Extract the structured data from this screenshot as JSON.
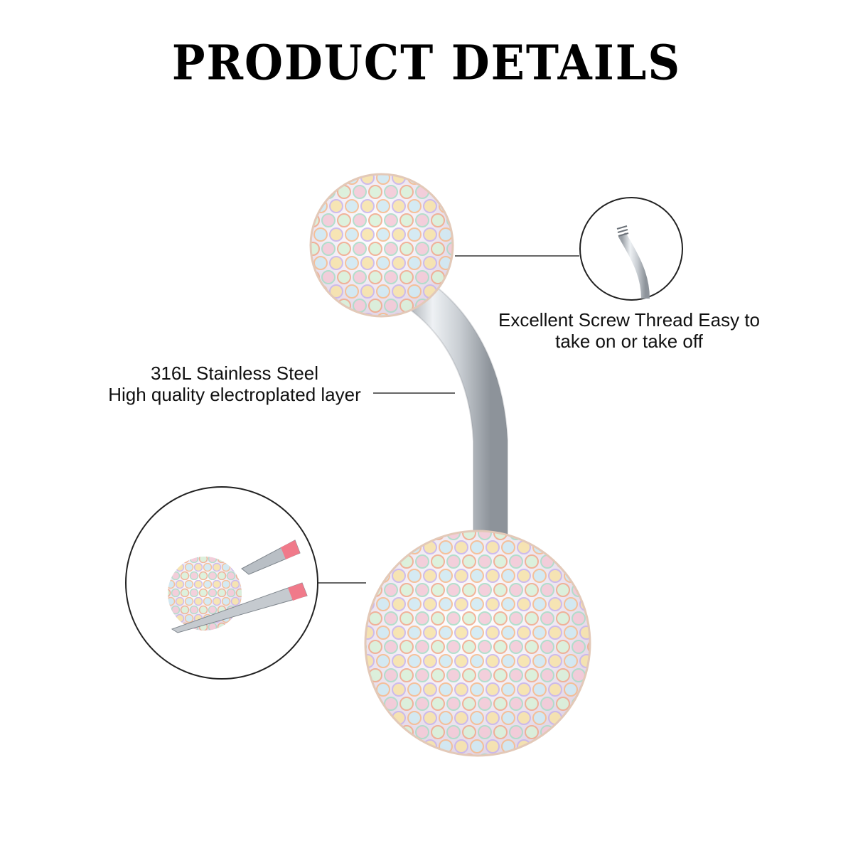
{
  "title": "PRODUCT DETAILS",
  "captions": {
    "screw_line1": "Excellent Screw Thread Easy to",
    "screw_line2": "take on or take off",
    "steel_line1": "316L Stainless Steel",
    "steel_line2": "High quality electroplated layer"
  },
  "colors": {
    "background": "#ffffff",
    "text": "#111111",
    "line": "#333333",
    "steel": "#c8ccd0",
    "tweezer_pink": "#f07a8a"
  }
}
